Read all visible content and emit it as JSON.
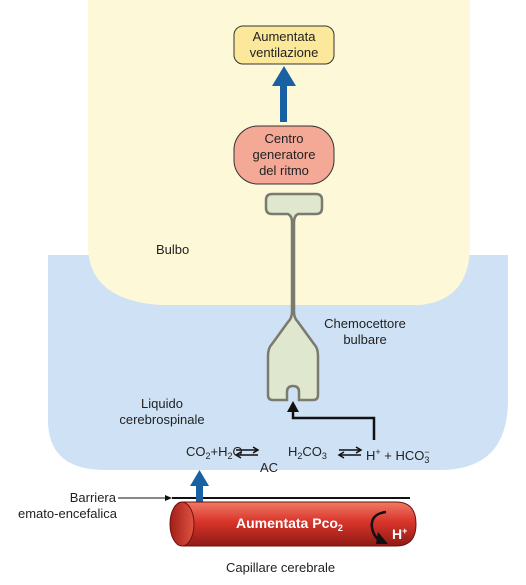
{
  "labels": {
    "ventilation_line1": "Aumentata",
    "ventilation_line2": "ventilazione",
    "center_line1": "Centro",
    "center_line2": "generatore",
    "center_line3": "del ritmo",
    "bulbo": "Bulbo",
    "chemo_line1": "Chemocettore",
    "chemo_line2": "bulbare",
    "csf_line1": "Liquido",
    "csf_line2": "cerebrospinale",
    "barrier_line1": "Barriera",
    "barrier_line2": "emato-encefalica",
    "capillary_text": "Aumentata Pco",
    "capillary_sub": "2",
    "capillary_caption": "Capillare cerebrale",
    "ac": "AC"
  },
  "equation": {
    "co2": "CO",
    "co2_sub": "2",
    "plus1": "+",
    "h2o_h": "H",
    "h2o_sub": "2",
    "h2o_o": "O",
    "h2co3_h": "H",
    "h2co3_sub2": "2",
    "h2co3_co": "CO",
    "h2co3_sub3": "3",
    "hplus": "H",
    "hplus_sup": "+",
    "plus2": "+",
    "hco3": "HCO",
    "hco3_sub": "3",
    "hco3_sup": "−"
  },
  "hplus_badge": {
    "h": "H",
    "sup": "+"
  },
  "colors": {
    "bulbo_fill": "#fdf8d8",
    "csf_fill": "#cfe1f5",
    "box_fill": "#fbe89a",
    "center_fill": "#f4a896",
    "receptor_fill": "#dfe8cf",
    "receptor_stroke": "#7a7a6e",
    "arrow_blue": "#1a61a3",
    "capillary_red": "#d8342a"
  }
}
